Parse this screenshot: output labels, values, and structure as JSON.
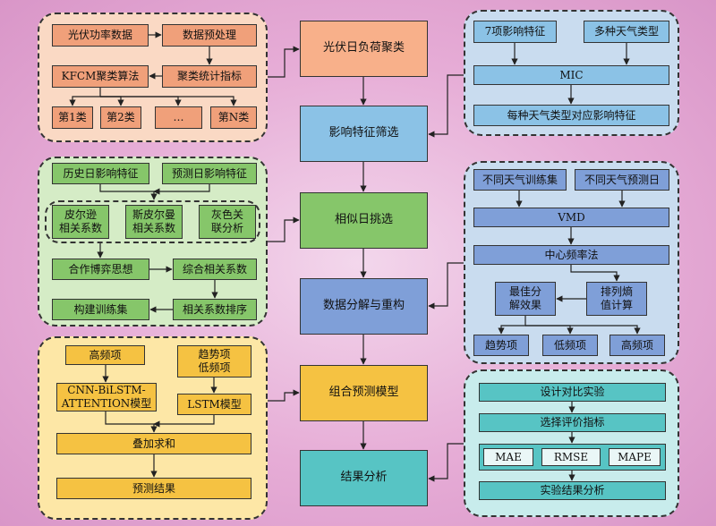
{
  "colors": {
    "orange_panel": "#fad9c4",
    "orange_box": "#f0a07a",
    "green_panel": "#d5ecc6",
    "green_box": "#86c66a",
    "yellow_panel": "#fde7a6",
    "yellow_box": "#f5c242",
    "blue_panel": "#c9dcef",
    "blue_box": "#7f9fd8",
    "light_blue_box": "#8bc2e6",
    "teal_panel": "#c8ecec",
    "teal_box": "#57c4c4"
  },
  "center": {
    "step1": "光伏日负荷聚类",
    "step2": "影响特征筛选",
    "step3": "相似日挑选",
    "step4": "数据分解与重构",
    "step5": "组合预测模型",
    "step6": "结果分析"
  },
  "cluster": {
    "pv_power": "光伏功率数据",
    "preprocess": "数据预处理",
    "kfcm": "KFCM聚类算法",
    "stats": "聚类统计指标",
    "class1": "第1类",
    "class2": "第2类",
    "ellipsis": "…",
    "classN": "第N类"
  },
  "feature": {
    "seven": "7项影响特征",
    "weather": "多种天气类型",
    "mic": "MIC",
    "result": "每种天气类型对应影响特征"
  },
  "similar": {
    "hist": "历史日影响特征",
    "pred": "预测日影响特征",
    "pearson": "皮尔逊\n相关系数",
    "spearman": "斯皮尔曼\n相关系数",
    "grey": "灰色关\n联分析",
    "game": "合作博弈思想",
    "combined": "综合相关系数",
    "train": "构建训练集",
    "sort": "相关系数排序"
  },
  "decomp": {
    "train_set": "不同天气训练集",
    "pred_day": "不同天气预测日",
    "vmd": "VMD",
    "center_freq": "中心频率法",
    "best": "最佳分\n解效果",
    "perm": "排列熵\n值计算",
    "trend": "趋势项",
    "low": "低频项",
    "high": "高频项"
  },
  "model": {
    "high": "高频项",
    "trend_low": "趋势项\n低频项",
    "cnn": "CNN-BiLSTM-\nATTENTION模型",
    "lstm": "LSTM模型",
    "sum": "叠加求和",
    "result": "预测结果"
  },
  "analysis": {
    "design": "设计对比实验",
    "select": "选择评价指标",
    "mae": "MAE",
    "rmse": "RMSE",
    "mape": "MAPE",
    "exp": "实验结果分析"
  }
}
